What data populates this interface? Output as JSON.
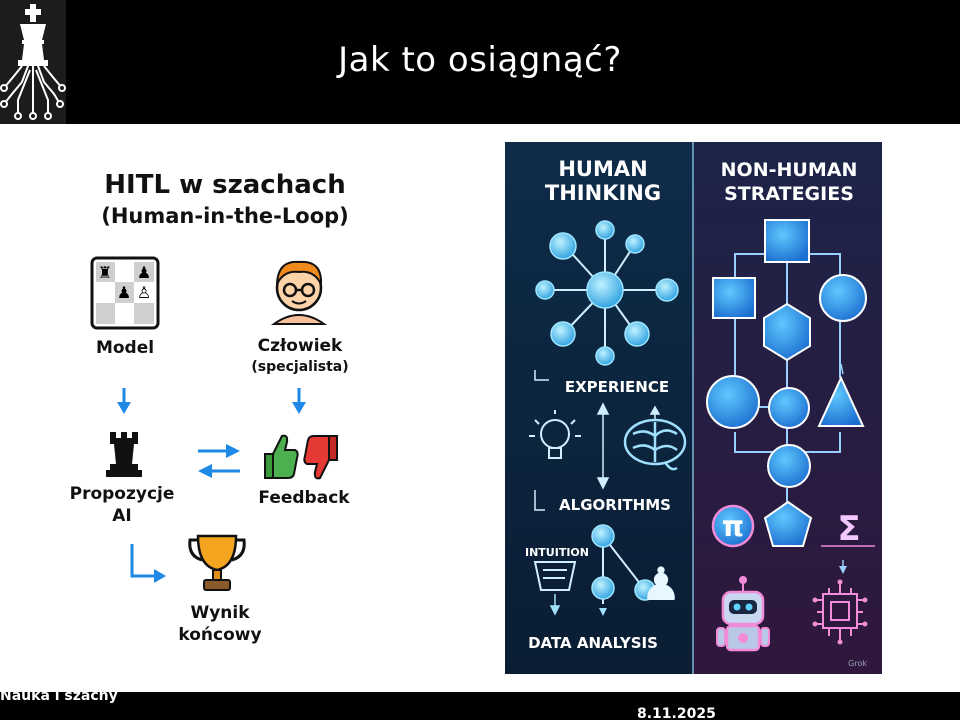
{
  "slide": {
    "title": "Jak to osiągnąć?"
  },
  "footer": {
    "left_text": "Nauka i szachy",
    "date": "8.11.2025"
  },
  "hitl": {
    "title": "HITL w szachach",
    "subtitle": "(Human-in-the-Loop)",
    "model_label": "Model",
    "human_label_line1": "Człowiek",
    "human_label_line2": "(specjalista)",
    "ai_label_line1": "Propozycje",
    "ai_label_line2": "AI",
    "feedback_label": "Feedback",
    "result_label_line1": "Wynik",
    "result_label_line2": "końcowy"
  },
  "infographic": {
    "left_header_line1": "HUMAN",
    "left_header_line2": "THINKING",
    "right_header_line1": "NON-HUMAN",
    "right_header_line2": "STRATEGIES",
    "experience": "EXPERIENCE",
    "algorithms": "ALGORITHMS",
    "intuition": "INTUITION",
    "data_analysis": "DATA ANALYSIS",
    "pi_symbol": "π",
    "sigma_symbol": "Σ",
    "watermark": "Grok",
    "colors": {
      "cyan": "#5fd4ff",
      "pink": "#f28bd8",
      "bg_left": "#0f2a44",
      "bg_right": "#2a1e44"
    }
  }
}
